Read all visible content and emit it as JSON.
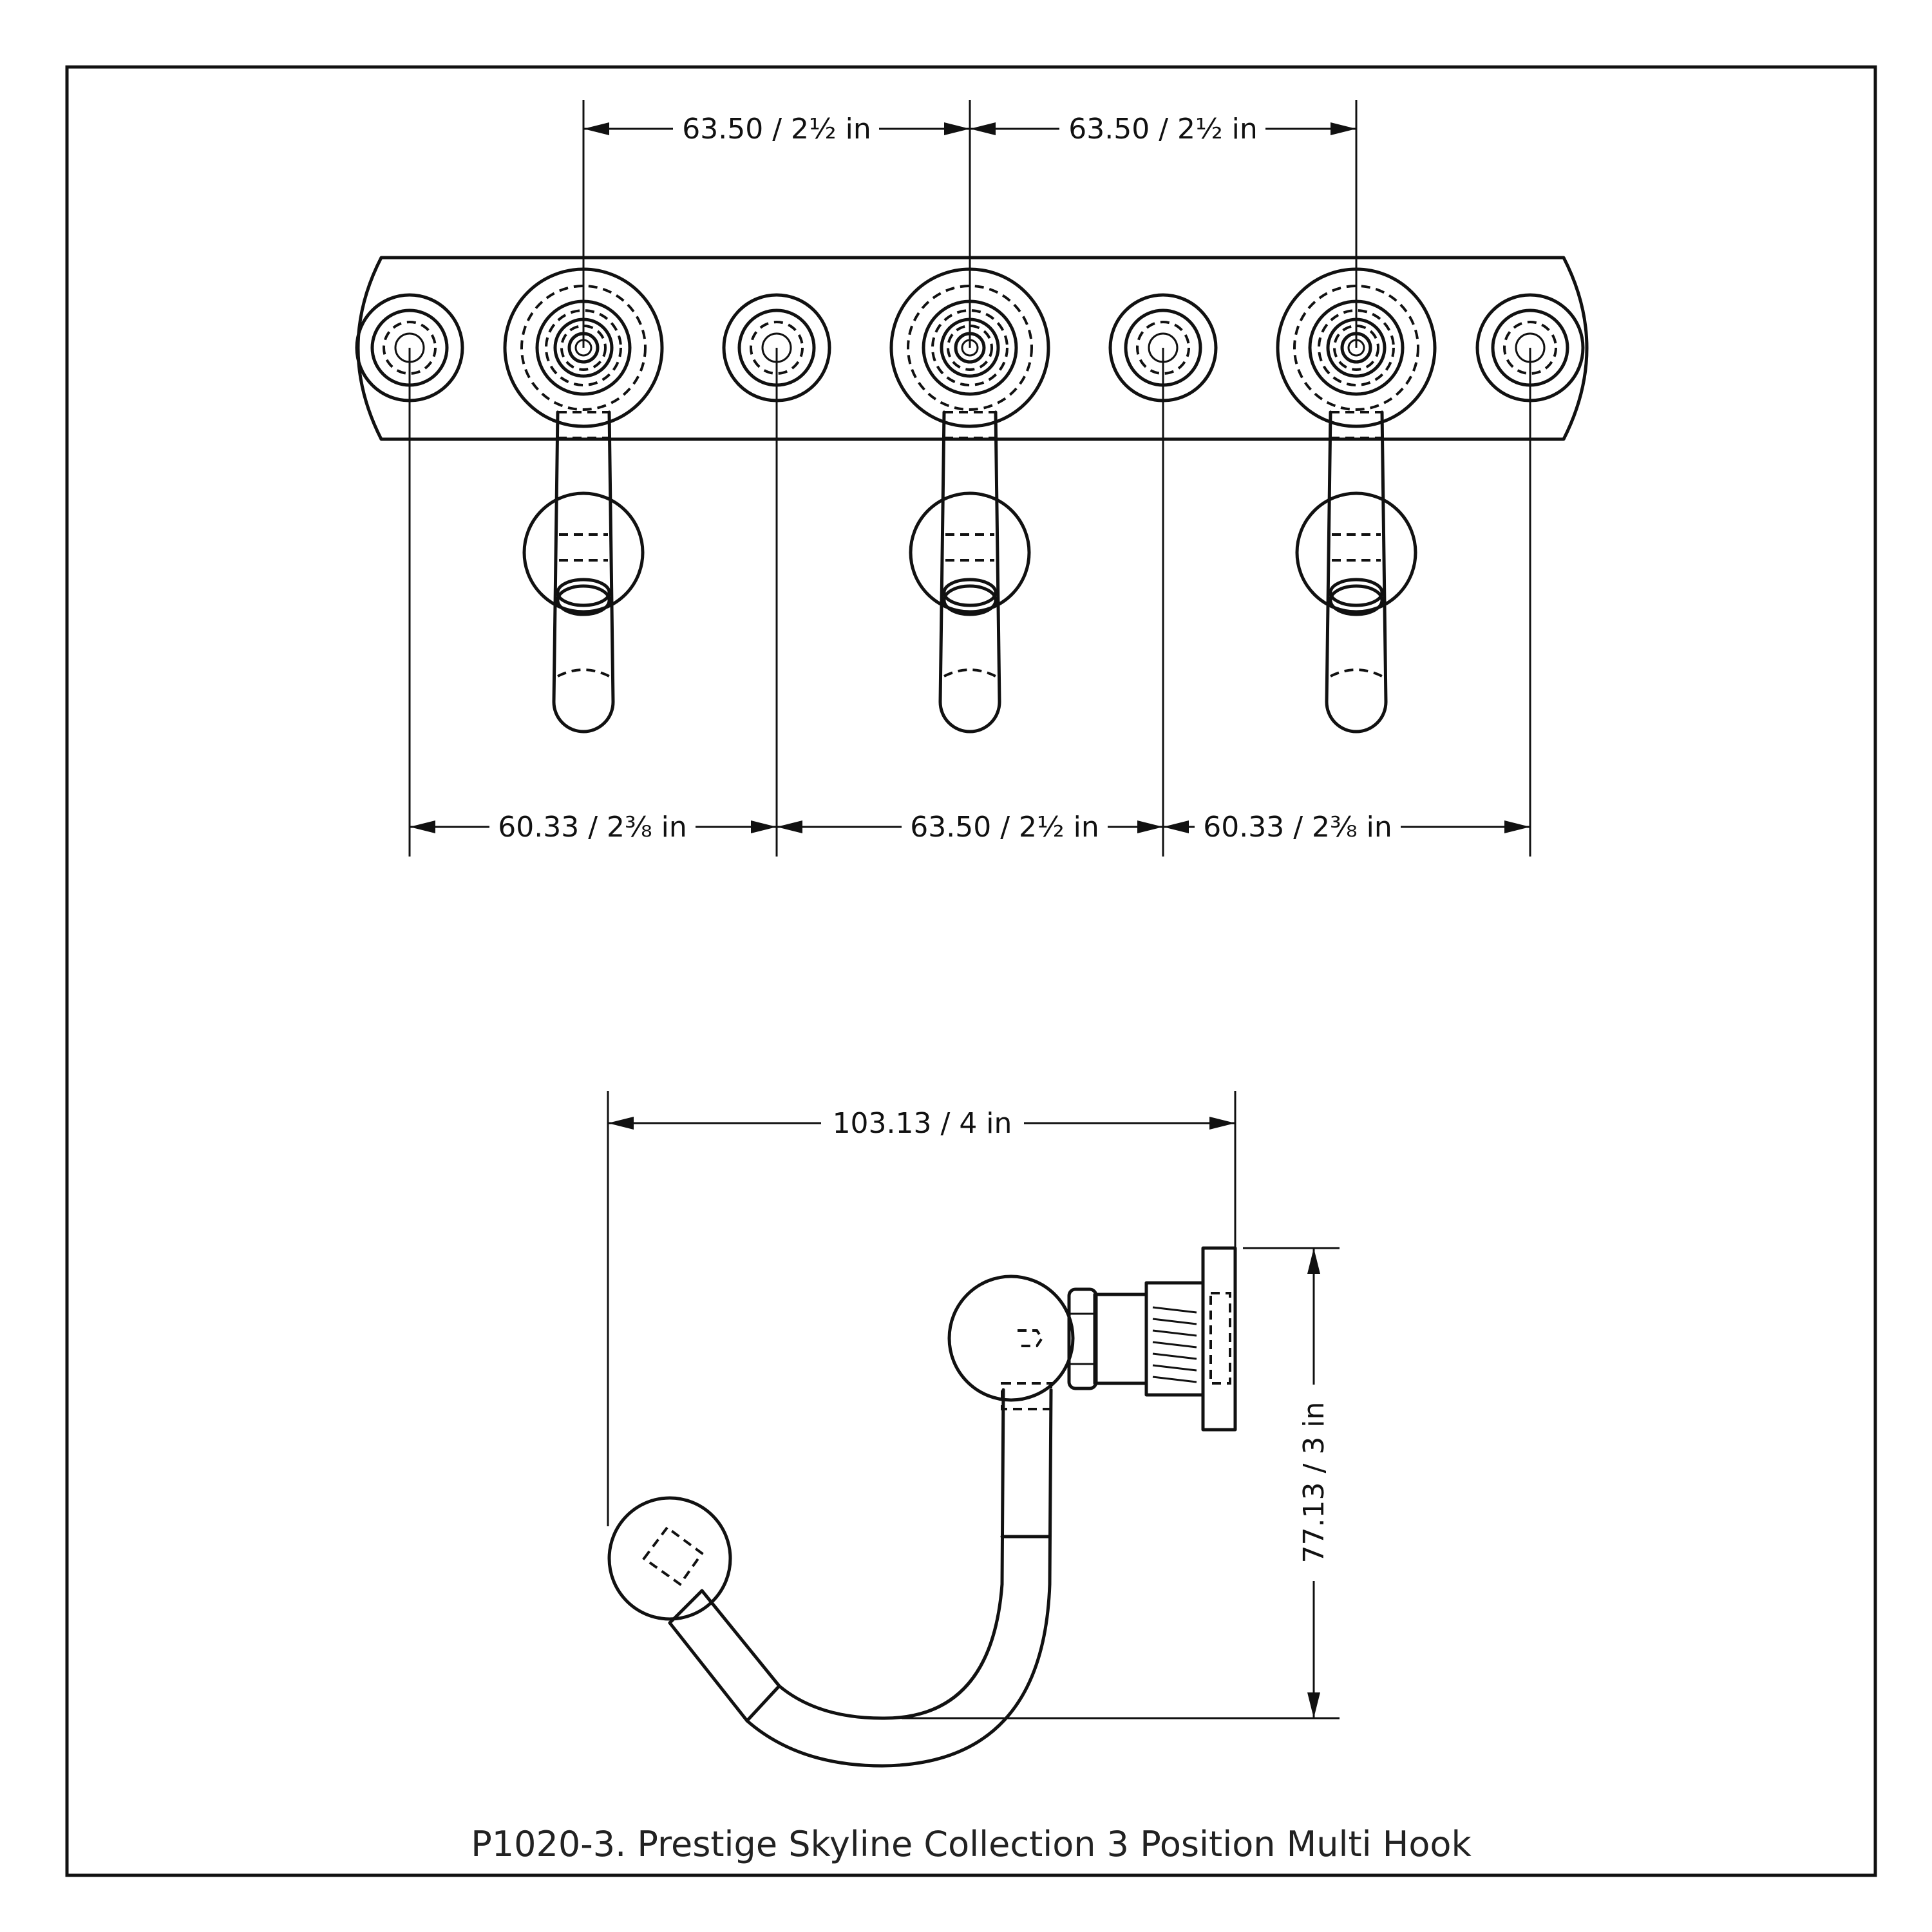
{
  "dimensions": {
    "top_left": "63.50 / 2½ in",
    "top_right": "63.50 / 2½ in",
    "bottom_left": "60.33 / 2⅜ in",
    "bottom_middle": "63.50 / 2½ in",
    "bottom_right": "60.33 / 2⅜ in",
    "side_width": "103.13 / 4 in",
    "side_height": "77.13 / 3 in"
  },
  "caption": "P1020-3. Prestige Skyline Collection 3 Position Multi Hook"
}
